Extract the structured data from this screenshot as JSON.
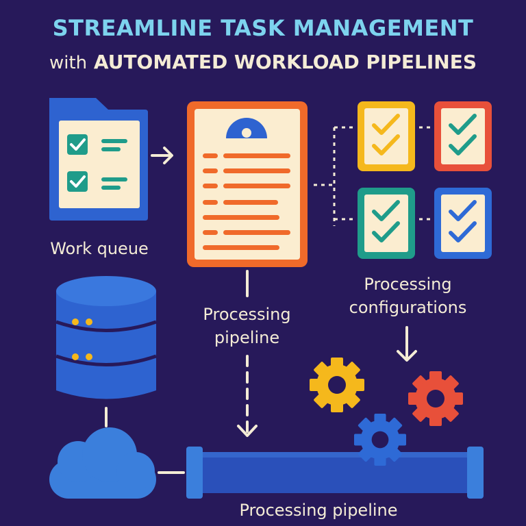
{
  "title": {
    "line1": "STREAMLINE TASK MANAGEMENT",
    "line2_prefix": "with",
    "line2_main": "AUTOMATED WORKLOAD PIPELINES"
  },
  "labels": {
    "work_queue": "Work queue",
    "pipeline_line1": "Processing",
    "pipeline_line2": "pipeline",
    "config_line1": "Processing",
    "config_line2": "configurations",
    "bottom_pipeline": "Processing pipeline"
  },
  "icons": {
    "folder": "folder-icon",
    "document": "document-icon",
    "checklist_cards": "checklist-card-icon",
    "database": "database-icon",
    "cloud": "cloud-icon",
    "gears": "gear-icon",
    "pipe": "pipe-icon"
  },
  "colors": {
    "background": "#27195a",
    "title": "#7dd3ee",
    "text": "#f4ecd6",
    "orange": "#f06a2a",
    "yellow": "#f5b81c",
    "red": "#e8503a",
    "teal": "#1f9c8a",
    "blue": "#2e6ad6",
    "cream": "#fbedd0"
  }
}
